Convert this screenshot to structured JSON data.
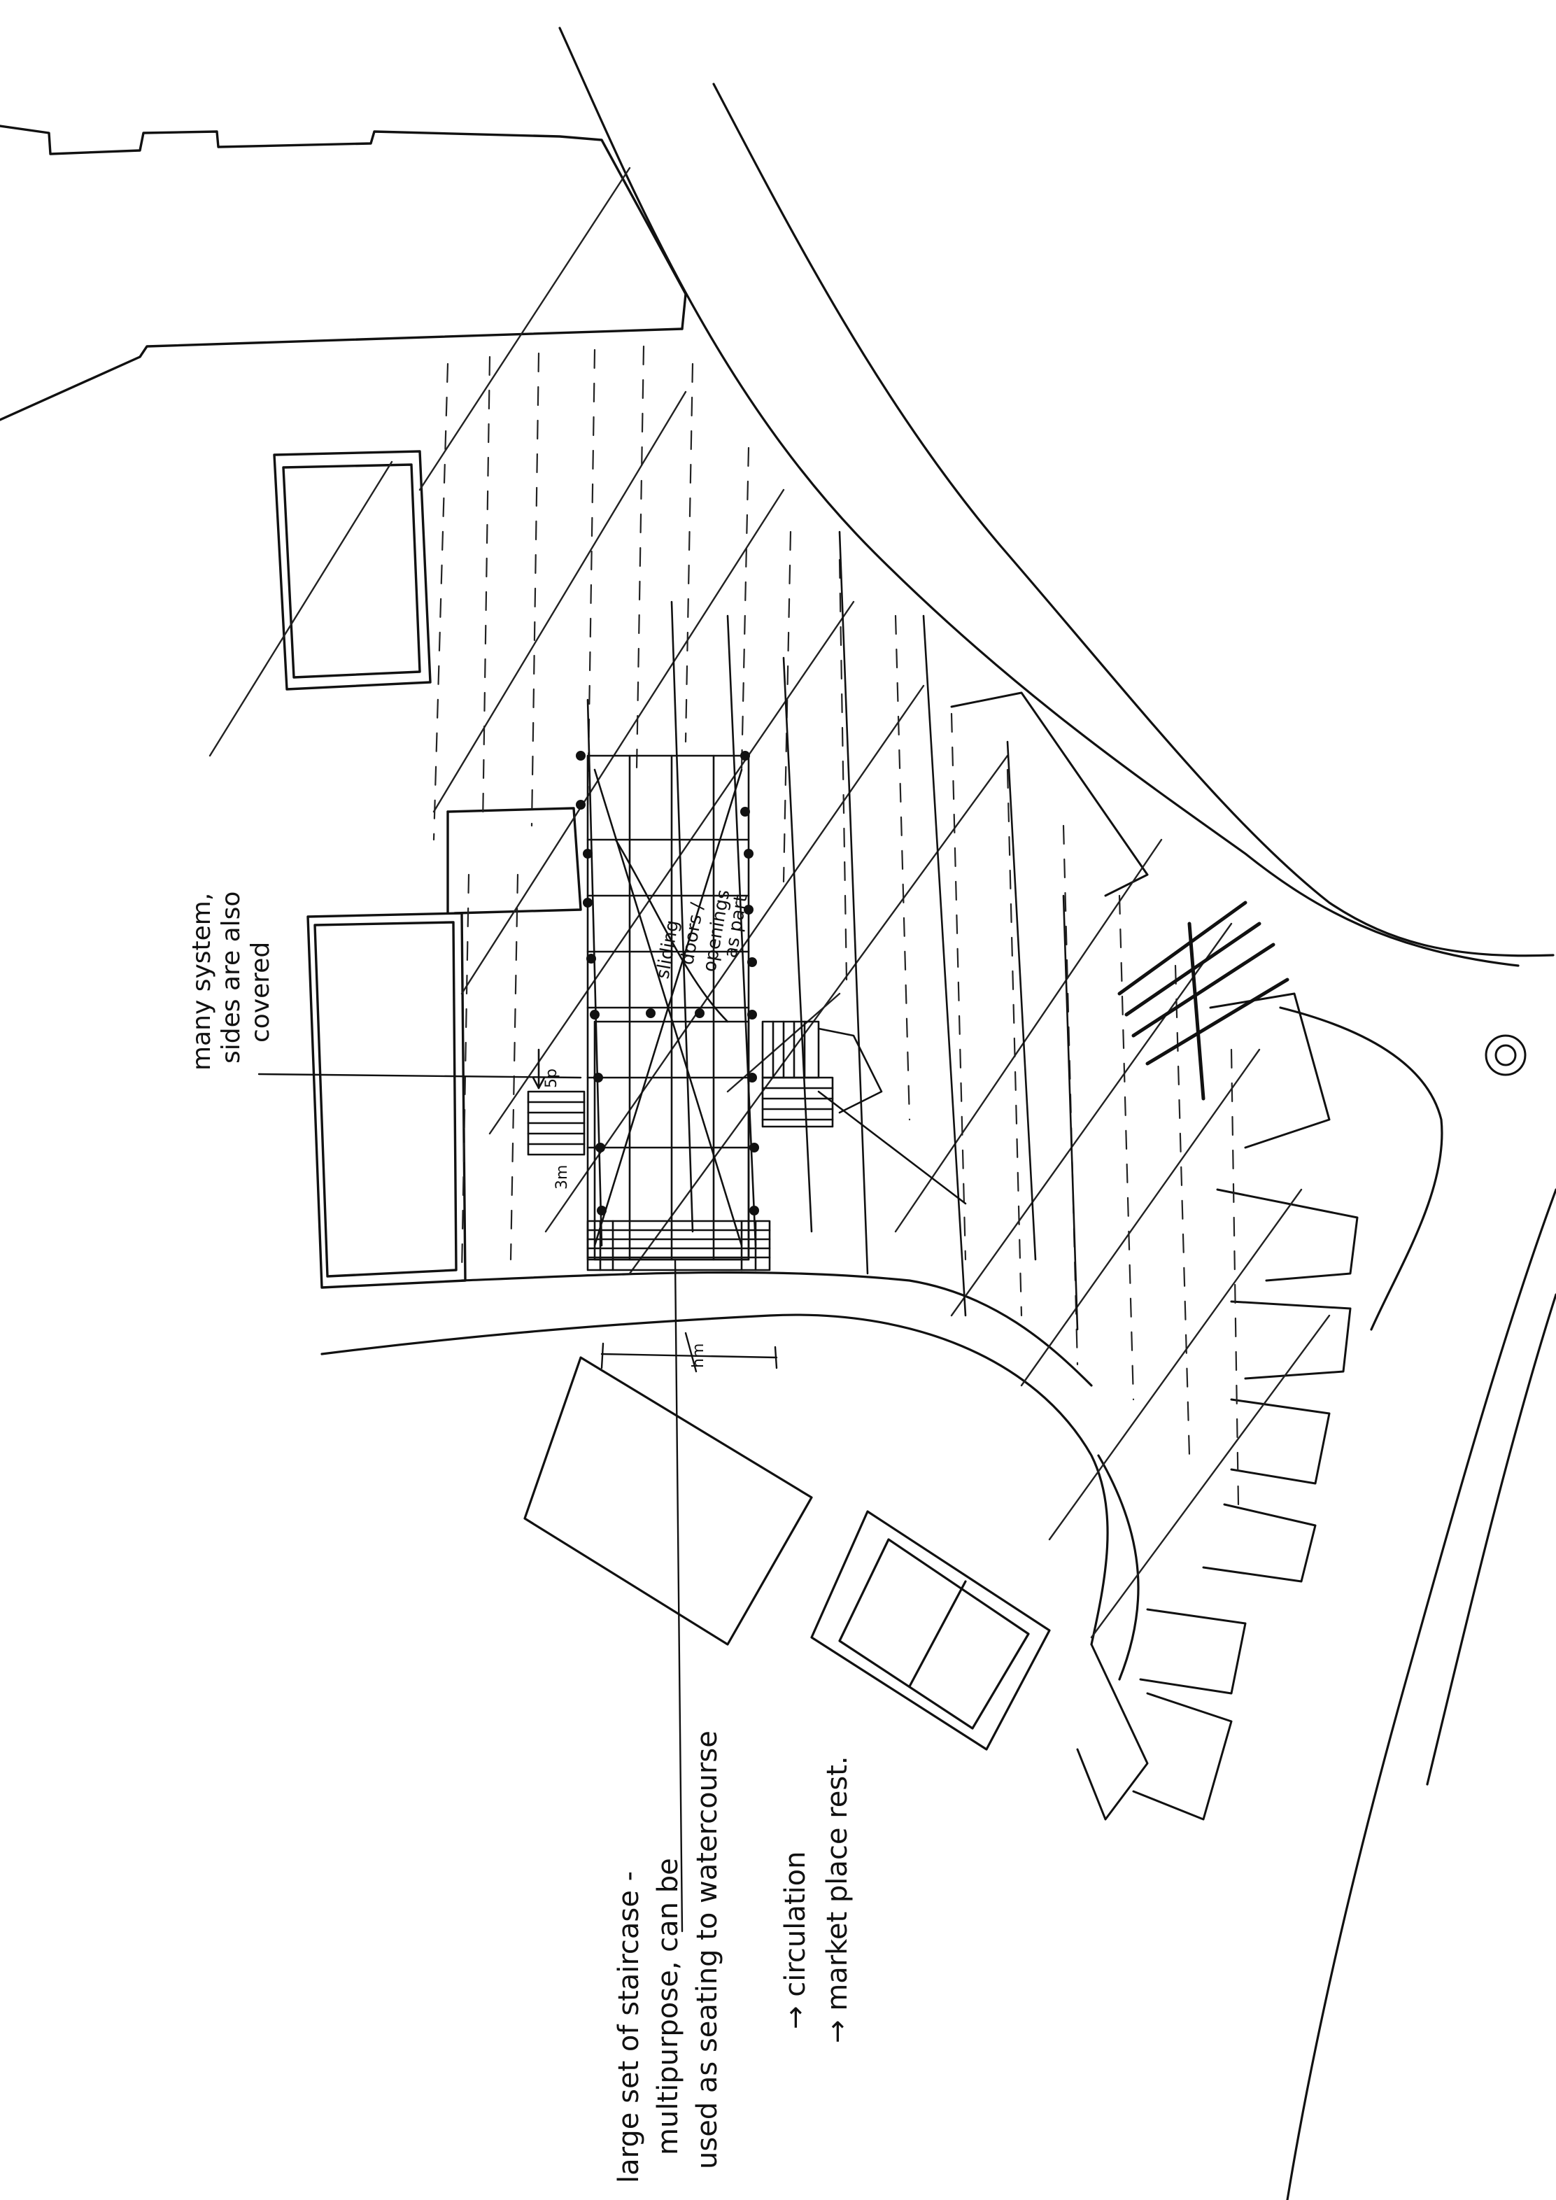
{
  "annotations": {
    "roof_note": {
      "line1": "many system,",
      "line2": "sides are also",
      "line3": "covered"
    },
    "stair_note": {
      "line1": "large set of staircase -",
      "line2": "multipurpose, can be",
      "line3": "used as seating to watercourse",
      "line4": "→ circulation",
      "line5": "→ market place rest."
    },
    "canopy_note": {
      "line1": "sliding",
      "line2": "doors /",
      "line3": "openings",
      "line4": "as part"
    },
    "dimension_labels": {
      "small_a": "3m",
      "small_b": "5p",
      "small_c": "hm"
    }
  },
  "ink_color": "#111111",
  "paper_color": "#ffffff"
}
